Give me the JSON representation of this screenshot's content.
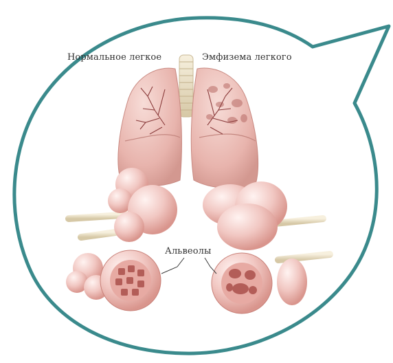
{
  "labels": {
    "normal_lung": "Нормальное легкое",
    "emphysema_lung": "Эмфизема легкого",
    "alveoli": "Альвеолы"
  },
  "colors": {
    "bubble_outline": "#3a8a8c",
    "tissue_light": "#f6d9d6",
    "tissue_mid": "#e9b6b1",
    "tissue_dark": "#c9837c",
    "bronchi": "#e8dcc4",
    "vessel": "#8a3b3b"
  }
}
